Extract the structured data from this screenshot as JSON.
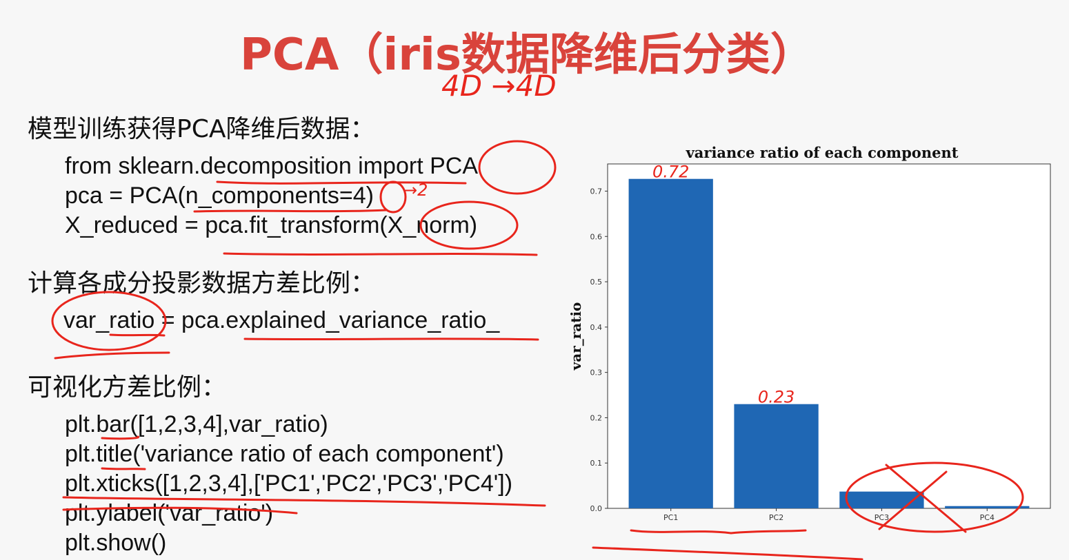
{
  "slide": {
    "title": "PCA（iris数据降维后分类）",
    "handwritten_title_note": "4D →4D",
    "sections": [
      {
        "heading": "模型训练获得PCA降维后数据：",
        "code": [
          "from sklearn.decomposition import PCA",
          "pca = PCA(n_components=4)",
          "X_reduced = pca.fit_transform(X_norm)"
        ]
      },
      {
        "heading": "计算各成分投影数据方差比例：",
        "code": [
          "var_ratio = pca.explained_variance_ratio_"
        ]
      },
      {
        "heading": "可视化方差比例：",
        "code": [
          "plt.bar([1,2,3,4],var_ratio)",
          "plt.title('variance ratio of each component')",
          "plt.xticks([1,2,3,4],['PC1','PC2','PC3','PC4'])",
          "plt.ylabel('var_ratio')",
          "plt.show()"
        ]
      }
    ],
    "handwritten_code_note": "→2"
  },
  "colors": {
    "title": "#d9433b",
    "ink": "#e8251c",
    "bar": "#1f67b4"
  },
  "chart_data": {
    "type": "bar",
    "title": "variance ratio of each component",
    "ylabel": "var_ratio",
    "xlabel": "",
    "categories": [
      "PC1",
      "PC2",
      "PC3",
      "PC4"
    ],
    "values": [
      0.727,
      0.23,
      0.037,
      0.005
    ],
    "ylim": [
      0,
      0.76
    ],
    "yticks": [
      0.0,
      0.1,
      0.2,
      0.3,
      0.4,
      0.5,
      0.6,
      0.7
    ],
    "ytick_labels": [
      "0.0",
      "0.1",
      "0.2",
      "0.3",
      "0.4",
      "0.5",
      "0.6",
      "0.7"
    ],
    "annotations": [
      "0.72",
      "0.23"
    ],
    "grid": false
  }
}
